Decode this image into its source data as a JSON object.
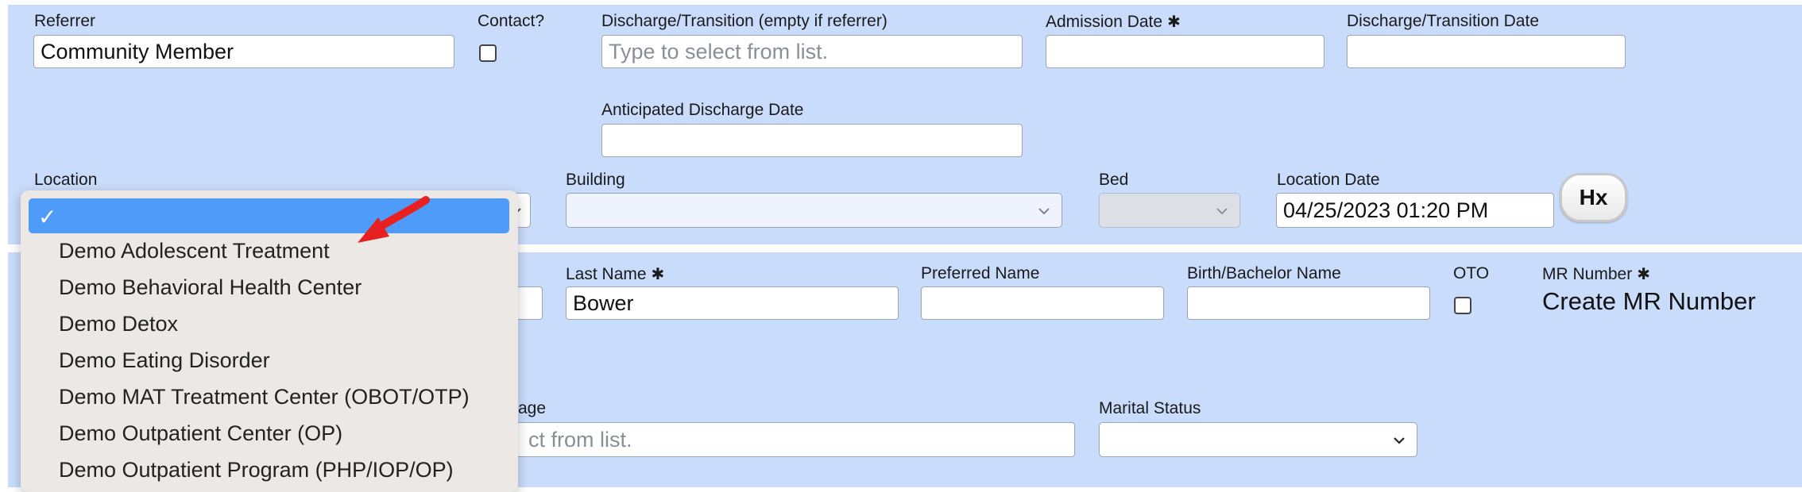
{
  "top": {
    "referrer_label": "Referrer",
    "referrer_value": "Community Member",
    "contact_label": "Contact?",
    "discharge_transition_label": "Discharge/Transition (empty if referrer)",
    "discharge_transition_placeholder": "Type to select from list.",
    "admission_date_label": "Admission Date",
    "required_mark": "✱",
    "discharge_transition_date_label": "Discharge/Transition Date",
    "anticipated_discharge_label": "Anticipated Discharge Date",
    "location_label": "Location",
    "building_label": "Building",
    "bed_label": "Bed",
    "location_date_label": "Location Date",
    "location_date_value": "04/25/2023 01:20 PM",
    "hx_button": "Hx"
  },
  "patient": {
    "last_name_label": "Last Name",
    "last_name_value": "Bower",
    "preferred_name_label": "Preferred Name",
    "birth_bachelor_label": "Birth/Bachelor Name",
    "oto_label": "OTO",
    "mr_number_label": "MR Number",
    "mr_number_link": "Create MR Number",
    "language_label_partial": "age",
    "language_placeholder_partial": "ct from list.",
    "marital_status_label": "Marital Status"
  },
  "dropdown": {
    "selected_checkmark": "✓",
    "options": [
      "Demo Adolescent Treatment",
      "Demo Behavioral Health Center",
      "Demo Detox",
      "Demo Eating Disorder",
      "Demo MAT Treatment Center (OBOT/OTP)",
      "Demo Outpatient Center (OP)",
      "Demo Outpatient Program (PHP/IOP/OP)"
    ]
  },
  "colors": {
    "panel": "#c9dcfb",
    "selected_option": "#4f9bf9",
    "annotation_arrow": "#e8201f"
  }
}
